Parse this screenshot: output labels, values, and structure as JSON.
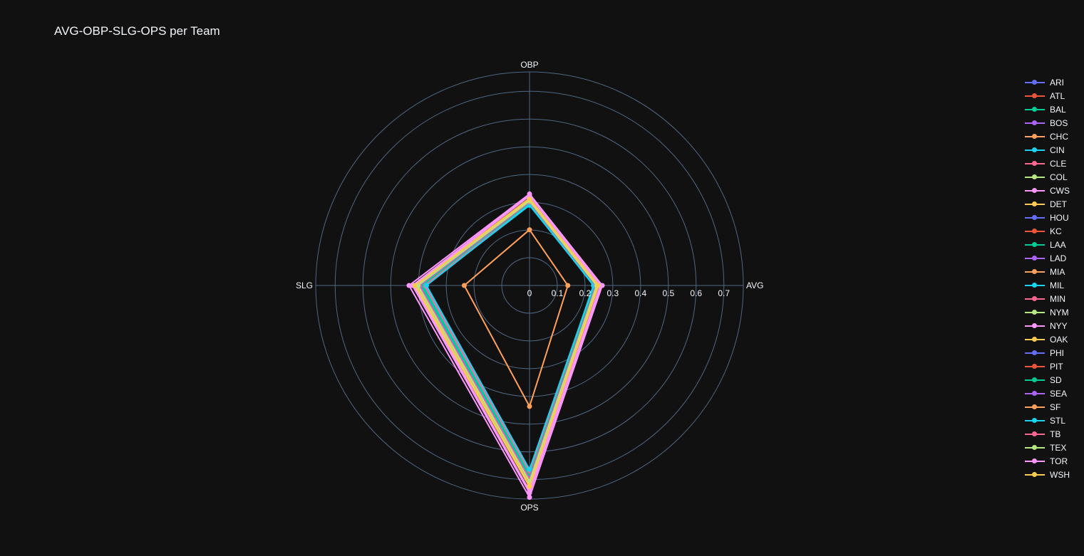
{
  "title": "AVG-OBP-SLG-OPS per Team",
  "chart_data": {
    "type": "radar",
    "title": "AVG-OBP-SLG-OPS per Team",
    "axes": [
      "AVG",
      "OBP",
      "SLG",
      "OPS"
    ],
    "radial_range": [
      0,
      0.77
    ],
    "radial_ticks": [
      "0",
      "0.1",
      "0.2",
      "0.3",
      "0.4",
      "0.5",
      "0.6",
      "0.7"
    ],
    "radial_tick_values": [
      0,
      0.1,
      0.2,
      0.3,
      0.4,
      0.5,
      0.6,
      0.7
    ],
    "grid": true,
    "legend_position": "right",
    "colors": {
      "background": "#111111",
      "grid": "#506784",
      "text": "#f2f5fa"
    },
    "series": [
      {
        "name": "ARI",
        "color": "#636efa",
        "values": [
          0.235,
          0.298,
          0.385,
          0.683
        ]
      },
      {
        "name": "ATL",
        "color": "#EF553B",
        "values": [
          0.245,
          0.315,
          0.41,
          0.725
        ]
      },
      {
        "name": "BAL",
        "color": "#00cc96",
        "values": [
          0.232,
          0.298,
          0.392,
          0.69
        ]
      },
      {
        "name": "BOS",
        "color": "#ab63fa",
        "values": [
          0.238,
          0.3,
          0.395,
          0.695
        ]
      },
      {
        "name": "CHC",
        "color": "#FFA15A",
        "values": [
          0.243,
          0.311,
          0.41,
          0.721
        ]
      },
      {
        "name": "CIN",
        "color": "#19d3f3",
        "values": [
          0.23,
          0.296,
          0.38,
          0.676
        ]
      },
      {
        "name": "CLE",
        "color": "#FF6692",
        "values": [
          0.241,
          0.302,
          0.399,
          0.701
        ]
      },
      {
        "name": "COL",
        "color": "#B6E880",
        "values": [
          0.247,
          0.306,
          0.404,
          0.71
        ]
      },
      {
        "name": "CWS",
        "color": "#FF97FF",
        "values": [
          0.262,
          0.33,
          0.434,
          0.764
        ]
      },
      {
        "name": "DET",
        "color": "#FECB52",
        "values": [
          0.244,
          0.308,
          0.406,
          0.714
        ]
      },
      {
        "name": "HOU",
        "color": "#636efa",
        "values": [
          0.235,
          0.299,
          0.389,
          0.688
        ]
      },
      {
        "name": "KC",
        "color": "#EF553B",
        "values": [
          0.242,
          0.301,
          0.396,
          0.697
        ]
      },
      {
        "name": "LAA",
        "color": "#00cc96",
        "values": [
          0.233,
          0.297,
          0.386,
          0.683
        ]
      },
      {
        "name": "LAD",
        "color": "#ab63fa",
        "values": [
          0.24,
          0.304,
          0.4,
          0.704
        ]
      },
      {
        "name": "MIA",
        "color": "#FFA15A",
        "values": [
          0.138,
          0.201,
          0.235,
          0.436
        ]
      },
      {
        "name": "MIL",
        "color": "#19d3f3",
        "values": [
          0.232,
          0.289,
          0.375,
          0.664
        ]
      },
      {
        "name": "MIN",
        "color": "#FF6692",
        "values": [
          0.234,
          0.293,
          0.378,
          0.671
        ]
      },
      {
        "name": "NYM",
        "color": "#B6E880",
        "values": [
          0.246,
          0.306,
          0.405,
          0.711
        ]
      },
      {
        "name": "NYY",
        "color": "#FF97FF",
        "values": [
          0.255,
          0.323,
          0.417,
          0.74
        ]
      },
      {
        "name": "OAK",
        "color": "#FECB52",
        "values": [
          0.249,
          0.314,
          0.412,
          0.726
        ]
      },
      {
        "name": "PHI",
        "color": "#636efa",
        "values": [
          0.237,
          0.3,
          0.392,
          0.692
        ]
      },
      {
        "name": "PIT",
        "color": "#EF553B",
        "values": [
          0.243,
          0.304,
          0.401,
          0.705
        ]
      },
      {
        "name": "SD",
        "color": "#00cc96",
        "values": [
          0.236,
          0.298,
          0.391,
          0.689
        ]
      },
      {
        "name": "SEA",
        "color": "#ab63fa",
        "values": [
          0.239,
          0.301,
          0.396,
          0.697
        ]
      },
      {
        "name": "SF",
        "color": "#FFA15A",
        "values": [
          0.244,
          0.307,
          0.403,
          0.71
        ]
      },
      {
        "name": "STL",
        "color": "#19d3f3",
        "values": [
          0.231,
          0.292,
          0.371,
          0.663
        ]
      },
      {
        "name": "TB",
        "color": "#FF6692",
        "values": [
          0.24,
          0.302,
          0.399,
          0.701
        ]
      },
      {
        "name": "TEX",
        "color": "#B6E880",
        "values": [
          0.242,
          0.305,
          0.402,
          0.707
        ]
      },
      {
        "name": "TOR",
        "color": "#FF97FF",
        "values": [
          0.258,
          0.326,
          0.422,
          0.748
        ]
      },
      {
        "name": "WSH",
        "color": "#FECB52",
        "values": [
          0.247,
          0.311,
          0.413,
          0.724
        ]
      }
    ]
  }
}
